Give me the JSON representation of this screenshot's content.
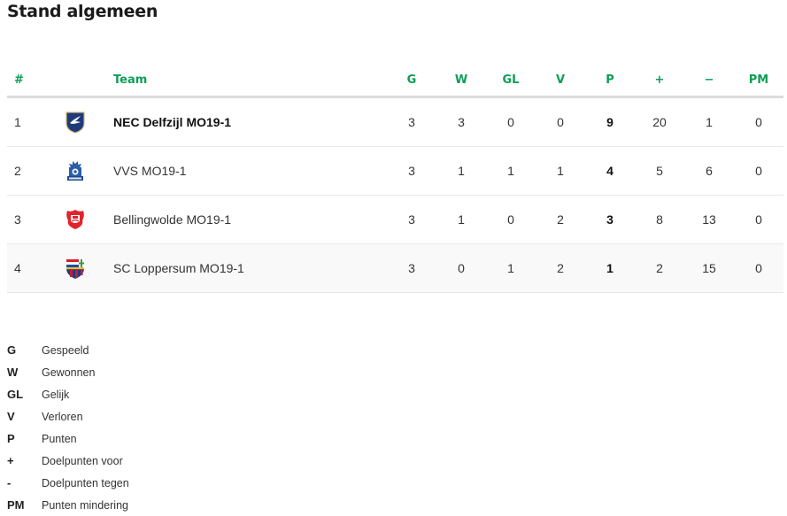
{
  "page": {
    "title": "Stand algemeen"
  },
  "table": {
    "headers": [
      "#",
      "",
      "Team",
      "G",
      "W",
      "GL",
      "V",
      "P",
      "+",
      "−",
      "PM"
    ],
    "rows": [
      {
        "pos": "1",
        "logo": "nec-delfzijl-crest",
        "team": "NEC Delfzijl MO19-1",
        "highlight": true,
        "G": "3",
        "W": "3",
        "GL": "0",
        "V": "0",
        "P": "9",
        "plus": "20",
        "minus": "1",
        "PM": "0"
      },
      {
        "pos": "2",
        "logo": "vvs-crest",
        "team": "VVS MO19-1",
        "highlight": false,
        "G": "3",
        "W": "1",
        "GL": "1",
        "V": "1",
        "P": "4",
        "plus": "5",
        "minus": "6",
        "PM": "0"
      },
      {
        "pos": "3",
        "logo": "bellingwolde-crest",
        "team": "Bellingwolde MO19-1",
        "highlight": false,
        "G": "3",
        "W": "1",
        "GL": "0",
        "V": "2",
        "P": "3",
        "plus": "8",
        "minus": "13",
        "PM": "0"
      },
      {
        "pos": "4",
        "logo": "sc-loppersum-crest",
        "team": "SC Loppersum MO19-1",
        "highlight": false,
        "G": "3",
        "W": "0",
        "GL": "1",
        "V": "2",
        "P": "1",
        "plus": "2",
        "minus": "15",
        "PM": "0"
      }
    ]
  },
  "legend": [
    {
      "abbr": "G",
      "desc": "Gespeeld"
    },
    {
      "abbr": "W",
      "desc": "Gewonnen"
    },
    {
      "abbr": "GL",
      "desc": "Gelijk"
    },
    {
      "abbr": "V",
      "desc": "Verloren"
    },
    {
      "abbr": "P",
      "desc": "Punten"
    },
    {
      "abbr": "+",
      "desc": "Doelpunten voor"
    },
    {
      "abbr": "-",
      "desc": "Doelpunten tegen"
    },
    {
      "abbr": "PM",
      "desc": "Punten mindering"
    }
  ],
  "colors": {
    "header_green": "#0f9d58",
    "divider": "#dcdcdc",
    "alt_row": "#f9f9f9"
  }
}
